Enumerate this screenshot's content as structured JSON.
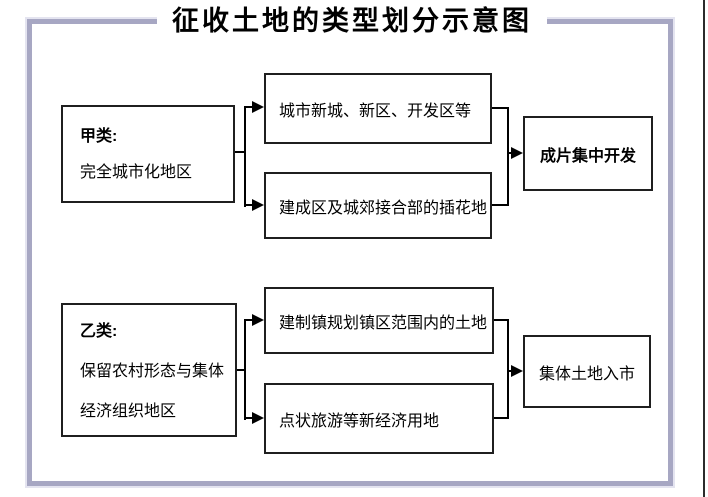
{
  "title": "征收土地的类型划分示意图",
  "colors": {
    "frame_border": "#a7a7c3",
    "frame_halo": "#e4e4f0",
    "box_border": "#1f1f1f",
    "connector_line": "#000000",
    "page_edge_line": "#2b2b2b",
    "text": "#000000",
    "background": "#ffffff"
  },
  "groups": [
    {
      "source_label": "甲类:",
      "source_lines": [
        "完全城市化地区"
      ],
      "middle": [
        "城市新城、新区、开发区等",
        "建成区及城郊接合部的插花地"
      ],
      "result": "成片集中开发"
    },
    {
      "source_label": "乙类:",
      "source_lines": [
        "保留农村形态与集体",
        "经济组织地区"
      ],
      "middle": [
        "建制镇规划镇区范围内的土地",
        "点状旅游等新经济用地"
      ],
      "result": "集体土地入市"
    }
  ]
}
